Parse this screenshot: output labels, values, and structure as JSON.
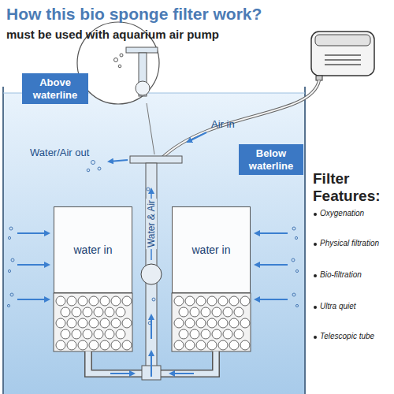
{
  "diagram": {
    "title": "How this bio sponge filter work?",
    "nodes": [
      {
        "text": [
          "Above waterline"
        ]
      },
      {
        "text": [
          "Below waterline"
        ]
      },
      {
        "text": [
          "water in"
        ]
      },
      {
        "text": [
          "water in"
        ]
      }
    ],
    "labels": [
      "must be used with aquarium air pump",
      "Water/Air out",
      "Air in",
      "Water & Air",
      "Filter Features:",
      "Oxygenation",
      "Physical filtration",
      "Bio-filtration",
      "Ultra quiet",
      "Telescopic tube"
    ]
  }
}
